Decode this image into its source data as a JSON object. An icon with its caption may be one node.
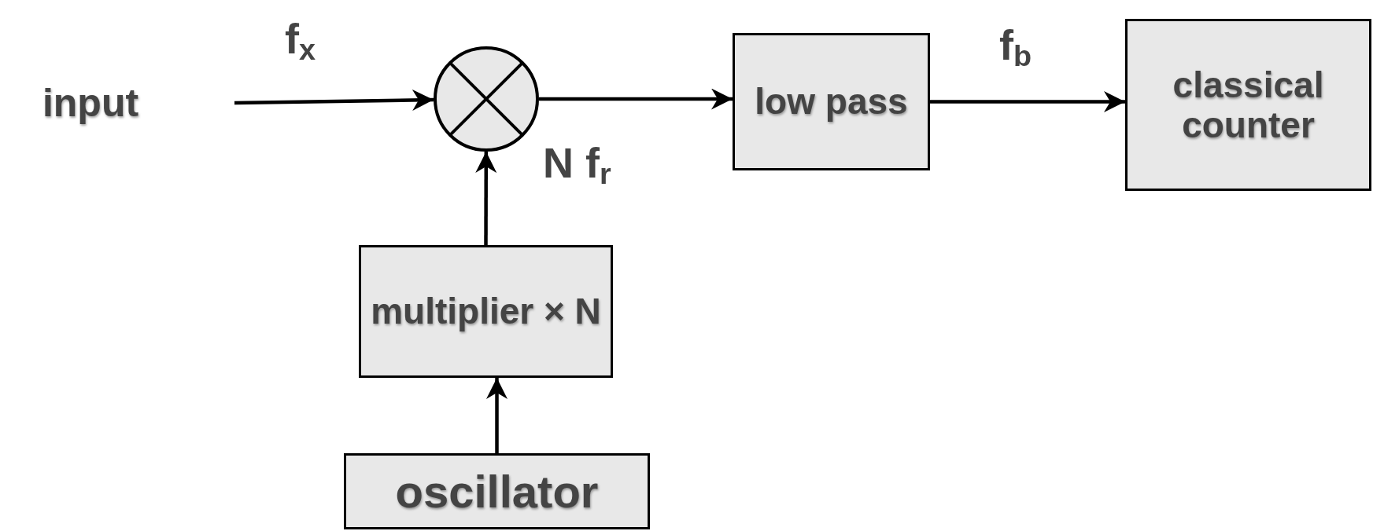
{
  "diagram": {
    "nodes": [
      {
        "text": [
          "input"
        ]
      },
      {
        "text": [],
        "shape": "circle"
      },
      {
        "text": [
          "low pass"
        ]
      },
      {
        "text": [
          "classical counter"
        ]
      },
      {
        "text": [
          "multiplier × N"
        ]
      },
      {
        "text": [
          "oscillator"
        ]
      }
    ],
    "edges": [
      {
        "from": 0,
        "to": 1,
        "arrow": "to",
        "label": "f$_{x}$"
      },
      {
        "from": 1,
        "to": 2,
        "arrow": "to"
      },
      {
        "from": 2,
        "to": 3,
        "arrow": "to",
        "label": "f$_{b}$"
      },
      {
        "from": 4,
        "to": 1,
        "arrow": "to",
        "label": "N f$_{r}$"
      },
      {
        "from": 5,
        "to": 4,
        "arrow": "to"
      }
    ]
  }
}
